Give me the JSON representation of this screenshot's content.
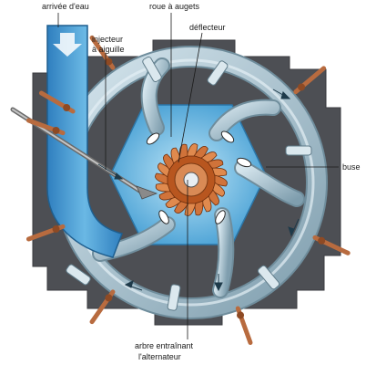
{
  "labels": {
    "water_inlet": "arrivée d'eau",
    "needle_injector_line1": "injecteur",
    "needle_injector_line2": "à aiguille",
    "bucket_wheel": "roue à augets",
    "deflector": "déflecteur",
    "nozzle": "buse",
    "shaft_line1": "arbre entraînant",
    "shaft_line2": "l'alternateur"
  },
  "colors": {
    "housing": "#4d4f54",
    "water": "#4aa3d6",
    "water_light": "#9fd4ee",
    "pipe": "#a9c6d4",
    "pipe_dark": "#6f8d9c",
    "wheel": "#c8642a",
    "copper": "#b86b3f"
  }
}
